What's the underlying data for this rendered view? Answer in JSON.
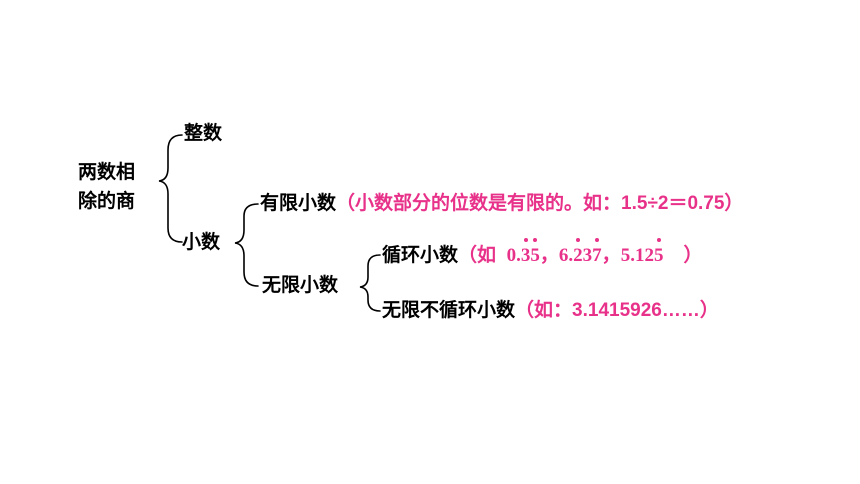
{
  "root": {
    "line1": "两数相",
    "line2": "除的商"
  },
  "integer": "整数",
  "decimal": "小数",
  "finite": {
    "label": "有限小数",
    "note": {
      "open": "（小数部分的位数是有限的。如：",
      "example": "1.5÷2＝0.75",
      "close": "）"
    }
  },
  "infinite": {
    "label": "无限小数"
  },
  "repeating": {
    "label": "循环小数",
    "note_open": "（如",
    "ex1": {
      "base": "0.",
      "d1": "3",
      "d2": "5"
    },
    "sep1": "，",
    "ex2": {
      "base": "6.",
      "d1": "2",
      "mid": "3",
      "d2": "7"
    },
    "sep2": "，",
    "ex3": {
      "base": "5.12",
      "d1": "5"
    },
    "note_close": "）"
  },
  "nonrepeating": {
    "label": "无限不循环小数",
    "note_open": "（如：",
    "example": "3.1415926……",
    "note_close": "）"
  },
  "colors": {
    "text": "#000000",
    "accent": "#e8328a"
  }
}
